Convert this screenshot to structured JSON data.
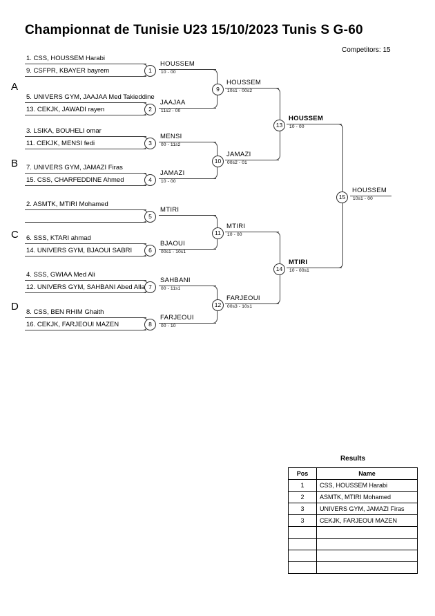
{
  "header": {
    "title": "Championnat de Tunisie U23  15/10/2023  Tunis   S G-60",
    "competitors_label": "Competitors: 15"
  },
  "groups": [
    {
      "label": "A"
    },
    {
      "label": "B"
    },
    {
      "label": "C"
    },
    {
      "label": "D"
    }
  ],
  "round1": [
    {
      "match_no": "1",
      "top": "1. CSS, HOUSSEM Harabi",
      "bottom": "9. CSFPR, KBAYER bayrem",
      "winner": "HOUSSEM",
      "score": "10 - 00"
    },
    {
      "match_no": "2",
      "top": "5. UNIVERS GYM, JAAJAA Med Takieddine",
      "bottom": "13. CEKJK, JAWADI rayen",
      "winner": "JAAJAA",
      "score": "11s2 - 00"
    },
    {
      "match_no": "3",
      "top": "3. LSIKA, BOUHELI omar",
      "bottom": "11. CEKJK, MENSI fedi",
      "winner": "MENSI",
      "score": "00 - 11s2"
    },
    {
      "match_no": "4",
      "top": "7. UNIVERS GYM, JAMAZI Firas",
      "bottom": "15. CSS, CHARFEDDINE Ahmed",
      "winner": "JAMAZI",
      "score": "10 - 00"
    },
    {
      "match_no": "5",
      "top": "2. ASMTK, MTIRI Mohamed",
      "bottom": "",
      "winner": "MTIRI",
      "score": ""
    },
    {
      "match_no": "6",
      "top": "6. SSS, KTARI ahmad",
      "bottom": "14. UNIVERS GYM, BJAOUI SABRI",
      "winner": "BJAOUI",
      "score": "00s1 - 10s1"
    },
    {
      "match_no": "7",
      "top": "4. SSS, GWIAA Med Ali",
      "bottom": "12. UNIVERS GYM, SAHBANI Abed Allah",
      "winner": "SAHBANI",
      "score": "00 - 11s1"
    },
    {
      "match_no": "8",
      "top": "8. CSS, BEN RHIM Ghaith",
      "bottom": "16. CEKJK, FARJEOUI MAZEN",
      "winner": "FARJEOUI",
      "score": "00 - 10"
    }
  ],
  "round2": [
    {
      "match_no": "9",
      "winner": "HOUSSEM",
      "score": "10s1 - 00s2"
    },
    {
      "match_no": "10",
      "winner": "JAMAZI",
      "score": "00s2 - 01"
    },
    {
      "match_no": "11",
      "winner": "MTIRI",
      "score": "10 - 00"
    },
    {
      "match_no": "12",
      "winner": "FARJEOUI",
      "score": "00s3 - 10s1"
    }
  ],
  "semifinals": [
    {
      "match_no": "13",
      "winner": "HOUSSEM",
      "score": "10 - 00"
    },
    {
      "match_no": "14",
      "winner": "MTIRI",
      "score": "10 - 00s1"
    }
  ],
  "final": {
    "match_no": "15",
    "winner": "HOUSSEM",
    "score": "10s1 - 00"
  },
  "results": {
    "title": "Results",
    "columns": {
      "pos": "Pos",
      "name": "Name"
    },
    "rows": [
      {
        "pos": "1",
        "name": "CSS, HOUSSEM Harabi"
      },
      {
        "pos": "2",
        "name": "ASMTK, MTIRI Mohamed"
      },
      {
        "pos": "3",
        "name": "UNIVERS GYM, JAMAZI Firas"
      },
      {
        "pos": "3",
        "name": "CEKJK, FARJEOUI MAZEN"
      },
      {
        "pos": "",
        "name": ""
      },
      {
        "pos": "",
        "name": ""
      },
      {
        "pos": "",
        "name": ""
      },
      {
        "pos": "",
        "name": ""
      }
    ]
  }
}
